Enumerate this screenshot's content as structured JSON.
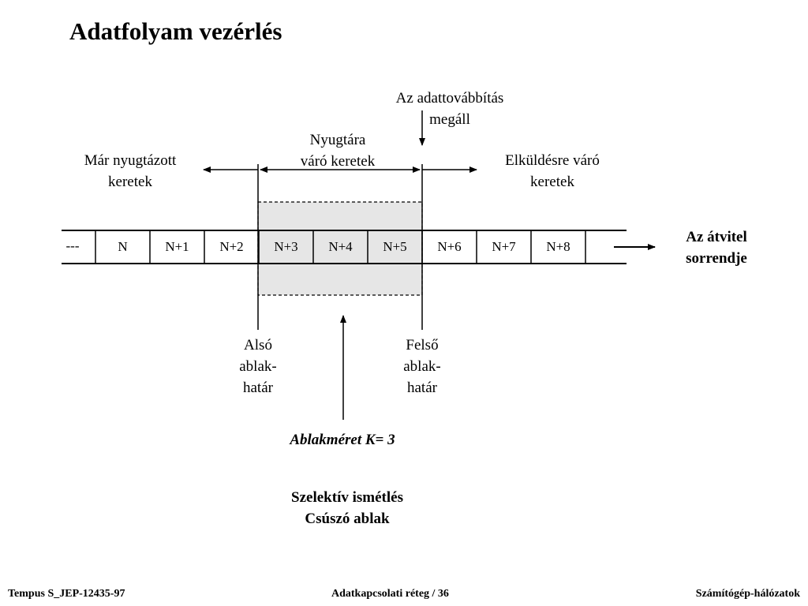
{
  "title": "Adatfolyam vezérlés",
  "labels": {
    "stop_line1": "Az adattovábbítás",
    "stop_line2": "megáll",
    "pending_line1": "Nyugtára",
    "pending_line2": "váró keretek",
    "acked_line1": "Már nyugtázott",
    "acked_line2": "keretek",
    "waiting_line1": "Elküldésre váró",
    "waiting_line2": "keretek",
    "direction_line1": "Az átvitel",
    "direction_line2": "sorrendje",
    "lower_line1": "Alsó",
    "lower_line2": "ablak-",
    "lower_line3": "határ",
    "upper_line1": "Felső",
    "upper_line2": "ablak-",
    "upper_line3": "határ",
    "window_size": "Ablakméret  K= 3",
    "method_line1": "Szelektív ismétlés",
    "method_line2": "Csúszó ablak"
  },
  "frames": [
    "---",
    "N",
    "N+1",
    "N+2",
    "N+3",
    "N+4",
    "N+5",
    "N+6",
    "N+7",
    "N+8"
  ],
  "colors": {
    "window_fill": "#e6e6e6",
    "line": "#000000"
  },
  "footer": {
    "left": "Tempus S_JEP-12435-97",
    "center": "Adatkapcsolati réteg / 36",
    "right": "Számítógép-hálózatok"
  }
}
